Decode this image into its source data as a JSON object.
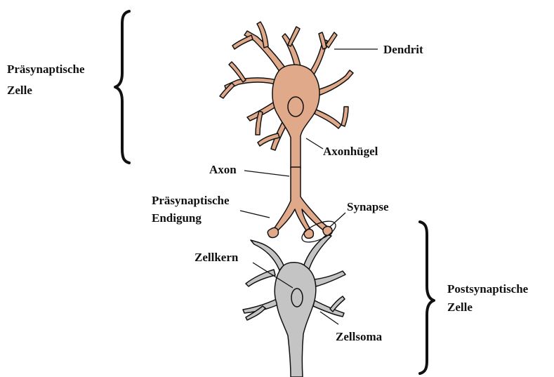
{
  "labels": {
    "presynaptic_cell_line1": "Präsynaptische",
    "presynaptic_cell_line2": "Zelle",
    "dendrite": "Dendrit",
    "axon_hillock": "Axonhügel",
    "axon": "Axon",
    "presynaptic_ending_line1": "Präsynaptische",
    "presynaptic_ending_line2": "Endigung",
    "synapse": "Synapse",
    "nucleus": "Zellkern",
    "postsynaptic_cell_line1": "Postsynaptische",
    "postsynaptic_cell_line2": "Zelle",
    "soma": "Zellsoma"
  },
  "colors": {
    "presynaptic_fill": "#e0a98a",
    "postsynaptic_fill": "#c4c4c4",
    "outline": "#111111"
  }
}
